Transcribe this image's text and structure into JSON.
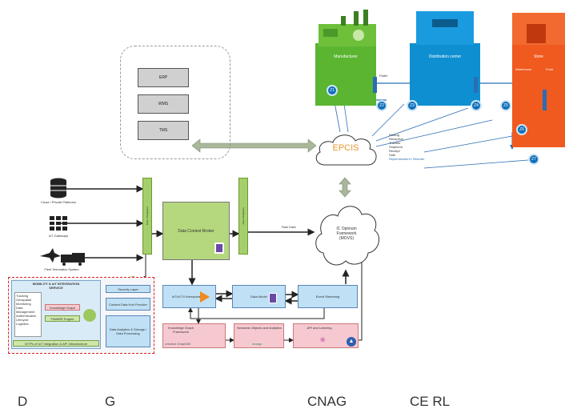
{
  "cloud_sys": {
    "erp": "ERP",
    "wms": "WMS",
    "tms": "TMS"
  },
  "epcis": {
    "label": "EPCIS"
  },
  "ic_cloud": {
    "line1": "IC Opimum",
    "line2": "Framework",
    "line3": "(MOVS)"
  },
  "sites": {
    "manufacturer": "Manufacturer",
    "distribution": "Distribution center",
    "store": "Store",
    "store_sub1": "Warehouse",
    "store_sub2": "Front",
    "pallet_label": "Pallet",
    "z_labels": [
      "Z1",
      "Z2",
      "Z3",
      "Z4",
      "Z5",
      "Z6",
      "Z7"
    ]
  },
  "event_lines": [
    "Picking",
    "Reception",
    "Transfer",
    "Shipment",
    "Receipt",
    "Sale",
    "Replenishment / Reorder"
  ],
  "edge_label": "Raw Data",
  "sources": [
    {
      "label": "Cloud / Private Platforms"
    },
    {
      "label": "IoT Gateways"
    },
    {
      "label": "Fleet Telematics System"
    }
  ],
  "fiware_small": "FIWARE Engine",
  "vbar_left": "Data / Integration",
  "vbar_right": "Data Integration",
  "main_box": "Data Context Broker",
  "lower_boxes": {
    "left": "IoT/IoT-S Interoperability",
    "middle": "Data Model",
    "right": "Event Streaming"
  },
  "pink_boxes": {
    "left": "Knowledge Graph Framework",
    "left_logo": "ontotext  GraphDB",
    "middle": "Semantic Objects and Analytics",
    "middle_logo": "mongo",
    "right": "API and Learning"
  },
  "legend": {
    "title_line1": "MOBILITY & IoT INTEGRATION",
    "title_line2": "SERVICE",
    "list": [
      "Tracking",
      "Geospatial",
      "Monitoring",
      "Data Management",
      "Authentication",
      "Lifecycle",
      "Logistics"
    ],
    "knowledge": "Knowledge Graph",
    "fiware": "FIWARE Engine",
    "footer": "IOTPs of IoT Integration & API Infrastructure",
    "right_items": [
      "Security Layer",
      "Context Data Hub Provider",
      "Data Analytics & Storage / Data Processing"
    ]
  },
  "bottom_labels": [
    "D",
    "G",
    "CNAG",
    "CE RL"
  ],
  "colors": {
    "green": "#5bb531",
    "blue": "#0e8fd1",
    "orange": "#f05a1e",
    "epcis_text": "#e8962e"
  }
}
